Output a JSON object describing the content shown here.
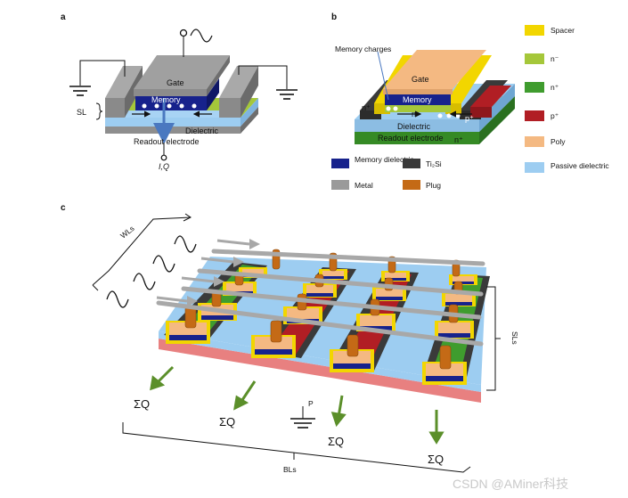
{
  "panel_a": {
    "letter": "a",
    "gate": "Gate",
    "memory": "Memory",
    "dielectric": "Dielectric",
    "readout_electrode": "Readout electrode",
    "sl": "SL",
    "iq": "I,Q"
  },
  "panel_b": {
    "letter": "b",
    "gate": "Gate",
    "memory": "Memory",
    "memory_charges": "Memory charges",
    "dielectric": "Dielectric",
    "readout_electrode": "Readout electrode",
    "n": "n",
    "n_plus": "n⁺",
    "p_plus": "p⁺"
  },
  "legend": {
    "items": [
      {
        "label": "Spacer",
        "color": "#f2d600"
      },
      {
        "label": "n⁻",
        "color": "#a5c73a"
      },
      {
        "label": "n⁺",
        "color": "#3f9c2e"
      },
      {
        "label": "p⁺",
        "color": "#b11e24"
      },
      {
        "label": "Poly",
        "color": "#f4b982"
      },
      {
        "label": "Passive dielectric",
        "color": "#9dcdf1"
      },
      {
        "label": "Memory dielectric",
        "color": "#17228c"
      },
      {
        "label": "Ti₂Si",
        "color": "#3a3a3a"
      },
      {
        "label": "Metal",
        "color": "#9a9a9a"
      },
      {
        "label": "Plug",
        "color": "#c46a16"
      }
    ]
  },
  "panel_c": {
    "letter": "c",
    "wls": "WLs",
    "sls": "SLs",
    "bls": "BLs",
    "p": "P",
    "sigma_q": "ΣQ"
  },
  "watermark": "CSDN @AMiner科技"
}
